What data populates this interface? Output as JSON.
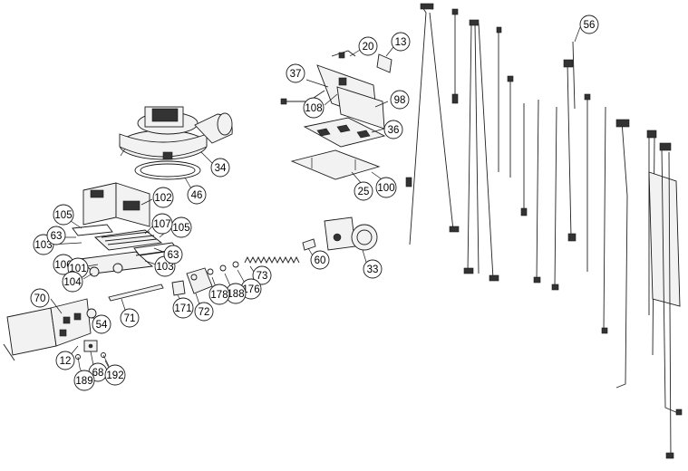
{
  "diagram": {
    "part_numbers": {
      "p13": "13",
      "p20": "20",
      "p37": "37",
      "p108": "108",
      "p98": "98",
      "p36": "36",
      "p25": "25",
      "p100": "100",
      "p56": "56",
      "p34": "34",
      "p46": "46",
      "p102": "102",
      "p105a": "105",
      "p105b": "105",
      "p107": "107",
      "p103a": "103",
      "p103b": "103",
      "p63a": "63",
      "p63b": "63",
      "p106": "106",
      "p101": "101",
      "p104": "104",
      "p60": "60",
      "p33": "33",
      "p73": "73",
      "p176": "176",
      "p188": "188",
      "p178": "178",
      "p171": "171",
      "p72": "72",
      "p71": "71",
      "p70": "70",
      "p54": "54",
      "p12": "12",
      "p68": "68",
      "p192": "192",
      "p189": "189"
    }
  }
}
